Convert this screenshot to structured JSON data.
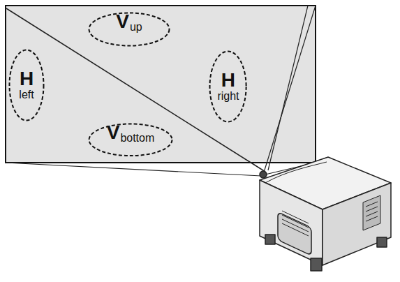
{
  "diagram": {
    "nodes": [
      {
        "text": [
          "V",
          "up"
        ]
      },
      {
        "text": [
          "H",
          "left"
        ]
      },
      {
        "text": [
          "H",
          "right"
        ]
      },
      {
        "text": [
          "V",
          "bottom"
        ]
      }
    ]
  }
}
